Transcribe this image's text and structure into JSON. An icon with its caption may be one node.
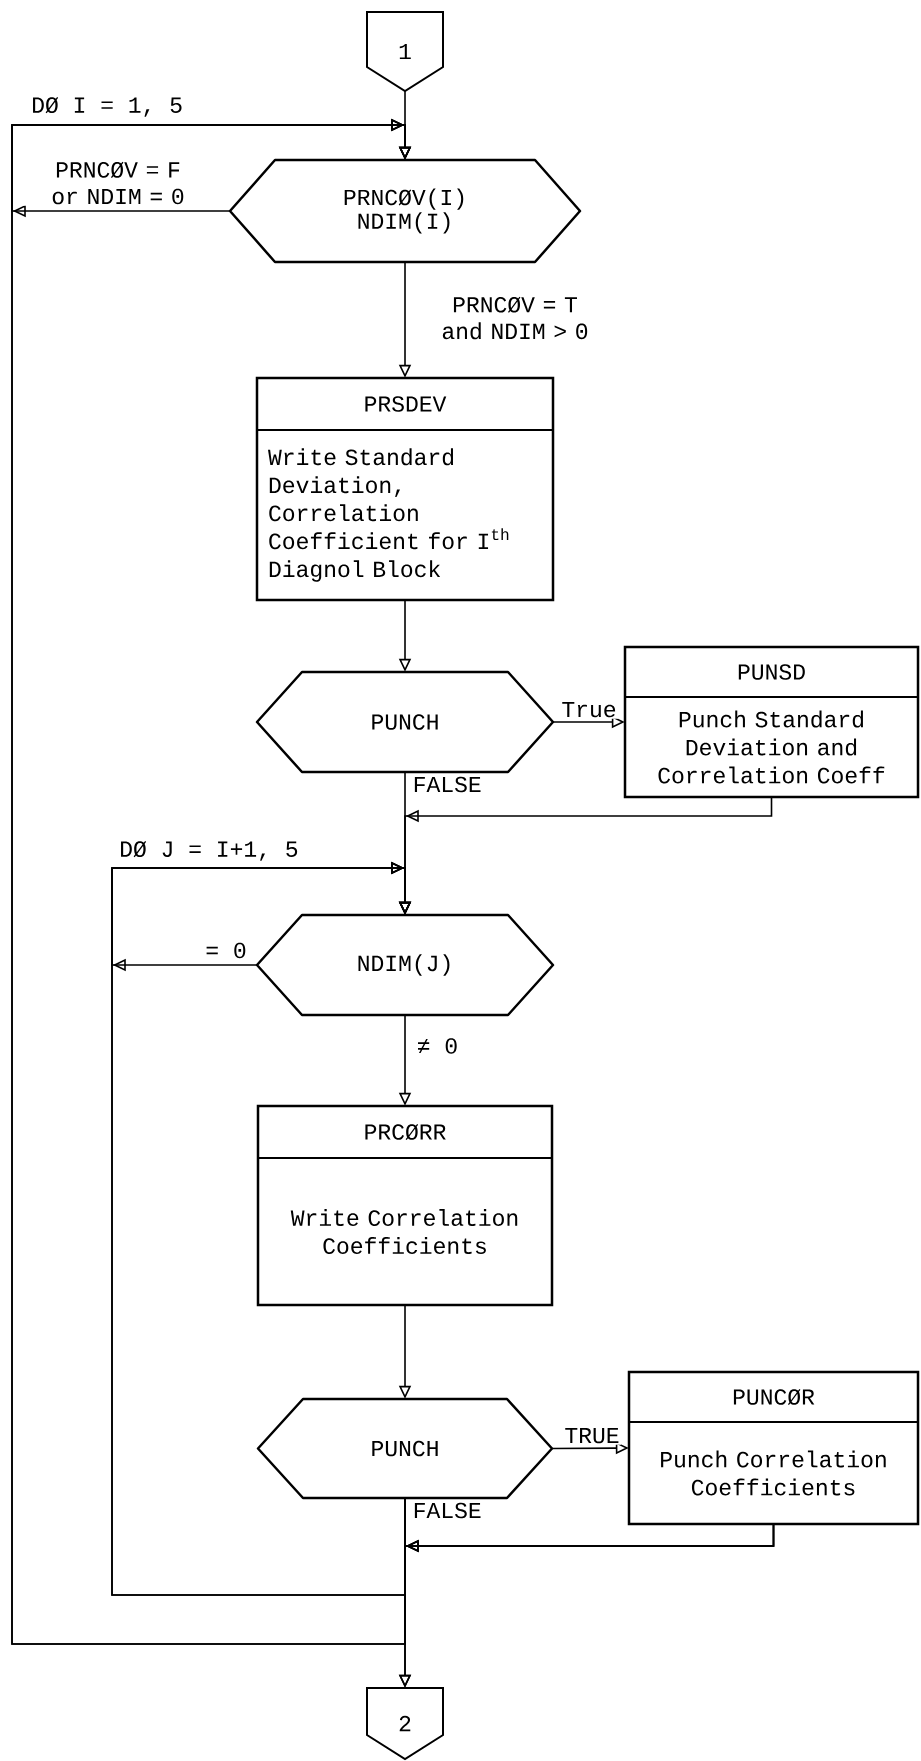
{
  "diagram": {
    "nodes": [
      {
        "text": [
          "1"
        ]
      },
      {
        "text": [
          "PRNCØV(I) NDIM(I)"
        ]
      },
      {
        "text": [
          "PRSDEV",
          "Write Standard Deviation, Correlation Coefficient for I$^{th}$ Diagnol Block"
        ]
      },
      {
        "text": [
          "PUNCH"
        ]
      },
      {
        "text": [
          "PUNSD",
          "Punch Standard Deviation and Correlation Coeff"
        ]
      },
      {
        "text": [
          "NDIM(J)"
        ]
      },
      {
        "text": [
          "PRCØRR",
          "Write Correlation Coefficients"
        ]
      },
      {
        "text": [
          "PUNCH"
        ]
      },
      {
        "text": [
          "PUNCØR",
          "Punch Correlation Coefficients"
        ]
      },
      {
        "text": [
          "2"
        ]
      }
    ],
    "edges": [
      {
        "from": 0,
        "to": 1,
        "arrow": "to"
      },
      {
        "from": 1,
        "to": 2,
        "arrow": "to",
        "label": "PRNCØV = T and NDIM > 0"
      },
      {
        "from": 1,
        "to": 1,
        "arrow": "to",
        "label": "PRNCØV = F or NDIM = 0"
      },
      {
        "from": 2,
        "to": 3,
        "arrow": "to"
      },
      {
        "from": 3,
        "to": 4,
        "arrow": "to",
        "label": "True"
      },
      {
        "from": 3,
        "to": 5,
        "arrow": "to",
        "label": "FALSE"
      },
      {
        "from": 4,
        "to": 5,
        "arrow": "to"
      },
      {
        "from": 5,
        "to": 5,
        "arrow": "to",
        "label": "= 0"
      },
      {
        "from": 5,
        "to": 6,
        "arrow": "to",
        "label": "≠ 0"
      },
      {
        "from": 6,
        "to": 7,
        "arrow": "to"
      },
      {
        "from": 7,
        "to": 8,
        "arrow": "to",
        "label": "TRUE"
      },
      {
        "from": 7,
        "to": 9,
        "arrow": "to",
        "label": "FALSE"
      },
      {
        "from": 7,
        "to": 5,
        "arrow": "to"
      },
      {
        "from": 7,
        "to": 1,
        "arrow": "to"
      },
      {
        "from": 8,
        "to": 9,
        "arrow": "to"
      },
      {
        "from": 8,
        "to": 5,
        "arrow": "to"
      },
      {
        "from": 8,
        "to": 1,
        "arrow": "to"
      }
    ],
    "labels": [
      "DØ I = 1, 5",
      "DØ J = I+1, 5"
    ]
  }
}
